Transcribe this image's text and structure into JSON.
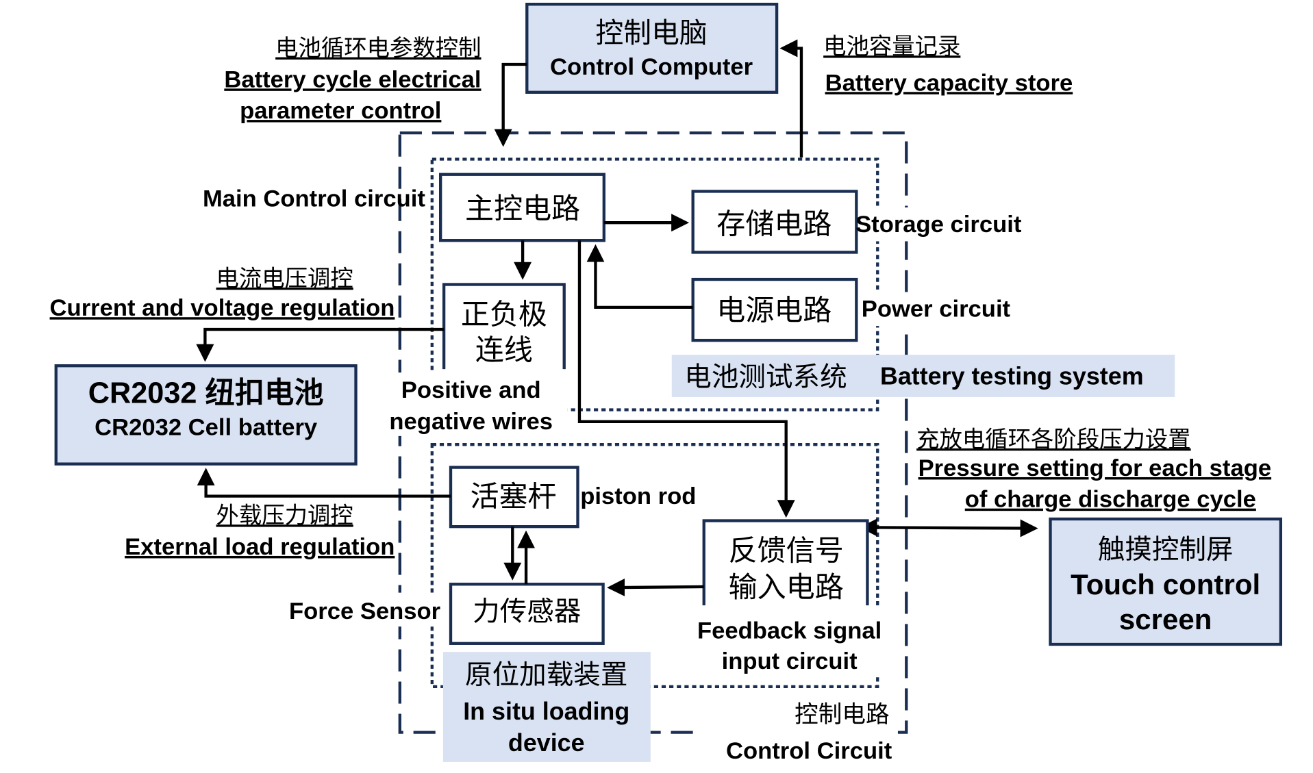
{
  "colors": {
    "box_fill": "#d9e2f3",
    "box_border": "#1a2e52",
    "arrow": "#000000"
  },
  "control_computer": {
    "cn": "控制电脑",
    "en": "Control Computer"
  },
  "battery_cycle_label": {
    "cn": "电池循环电参数控制",
    "en1": "Battery cycle electrical",
    "en2": "parameter control"
  },
  "capacity_label": {
    "cn": "电池容量记录",
    "en": "Battery capacity store"
  },
  "main_control": {
    "cn": "主控电路",
    "en": "Main Control circuit"
  },
  "storage": {
    "cn": "存储电路",
    "en": "Storage circuit"
  },
  "power": {
    "cn": "电源电路",
    "en": "Power circuit"
  },
  "wires": {
    "cn1": "正负极",
    "cn2": "连线",
    "en1": "Positive and",
    "en2": "negative wires"
  },
  "battery_test_system": {
    "cn": "电池测试系统",
    "en": "Battery testing system"
  },
  "current_voltage_label": {
    "cn": "电流电压调控",
    "en": "Current and voltage regulation"
  },
  "cell_battery": {
    "cn": "CR2032 纽扣电池",
    "en": "CR2032 Cell battery"
  },
  "pressure_label": {
    "cn": "充放电循环各阶段压力设置",
    "en1": "Pressure setting for each stage",
    "en2": "of charge discharge cycle"
  },
  "piston": {
    "cn": "活塞杆",
    "en": "piston rod"
  },
  "external_load_label": {
    "cn": "外载压力调控",
    "en": "External load regulation"
  },
  "force_sensor": {
    "cn": "力传感器",
    "en": "Force Sensor"
  },
  "feedback": {
    "cn1": "反馈信号",
    "cn2": "输入电路",
    "en1": "Feedback signal",
    "en2": "input circuit"
  },
  "touch_screen": {
    "cn": "触摸控制屏",
    "en1": "Touch control",
    "en2": "screen"
  },
  "loading_device": {
    "cn": "原位加载装置",
    "en1": "In situ loading",
    "en2": "device"
  },
  "control_circuit": {
    "cn": "控制电路",
    "en": "Control Circuit"
  }
}
